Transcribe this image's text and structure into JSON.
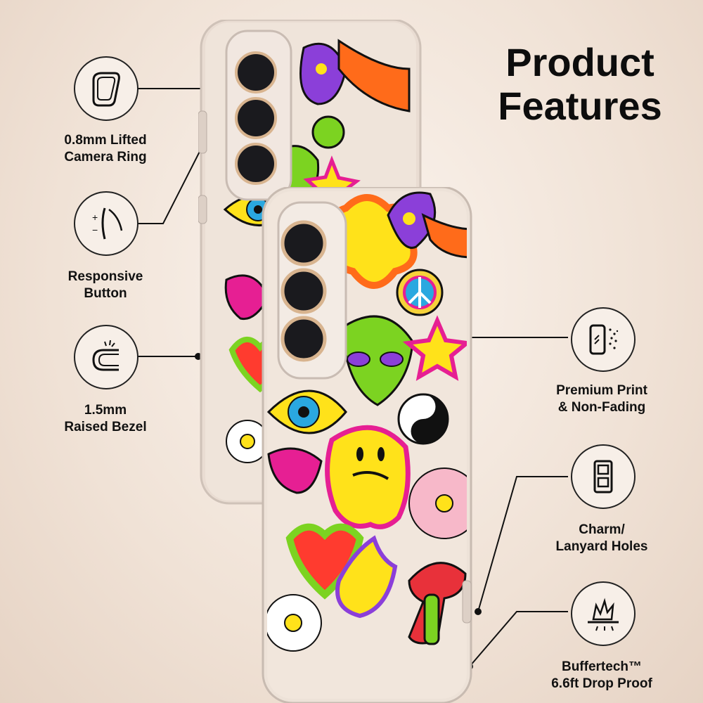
{
  "title": {
    "line1": "Product",
    "line2": "Features"
  },
  "features": [
    {
      "icon": "camera-ring-icon",
      "line1": "0.8mm Lifted",
      "line2": "Camera Ring"
    },
    {
      "icon": "responsive-button-icon",
      "line1": "Responsive",
      "line2": "Button"
    },
    {
      "icon": "raised-bezel-icon",
      "line1": "1.5mm",
      "line2": "Raised Bezel"
    },
    {
      "icon": "premium-print-icon",
      "line1": "Premium Print",
      "line2": "& Non-Fading"
    },
    {
      "icon": "lanyard-holes-icon",
      "line1": "Charm/",
      "line2": "Lanyard Holes"
    },
    {
      "icon": "drop-proof-icon",
      "line1": "Buffertech™",
      "line2": "6.6ft Drop Proof"
    }
  ],
  "colors": {
    "line": "#111111",
    "accent_green": "#7cd321",
    "accent_purple": "#8b3fd9",
    "accent_yellow": "#ffe21a"
  }
}
